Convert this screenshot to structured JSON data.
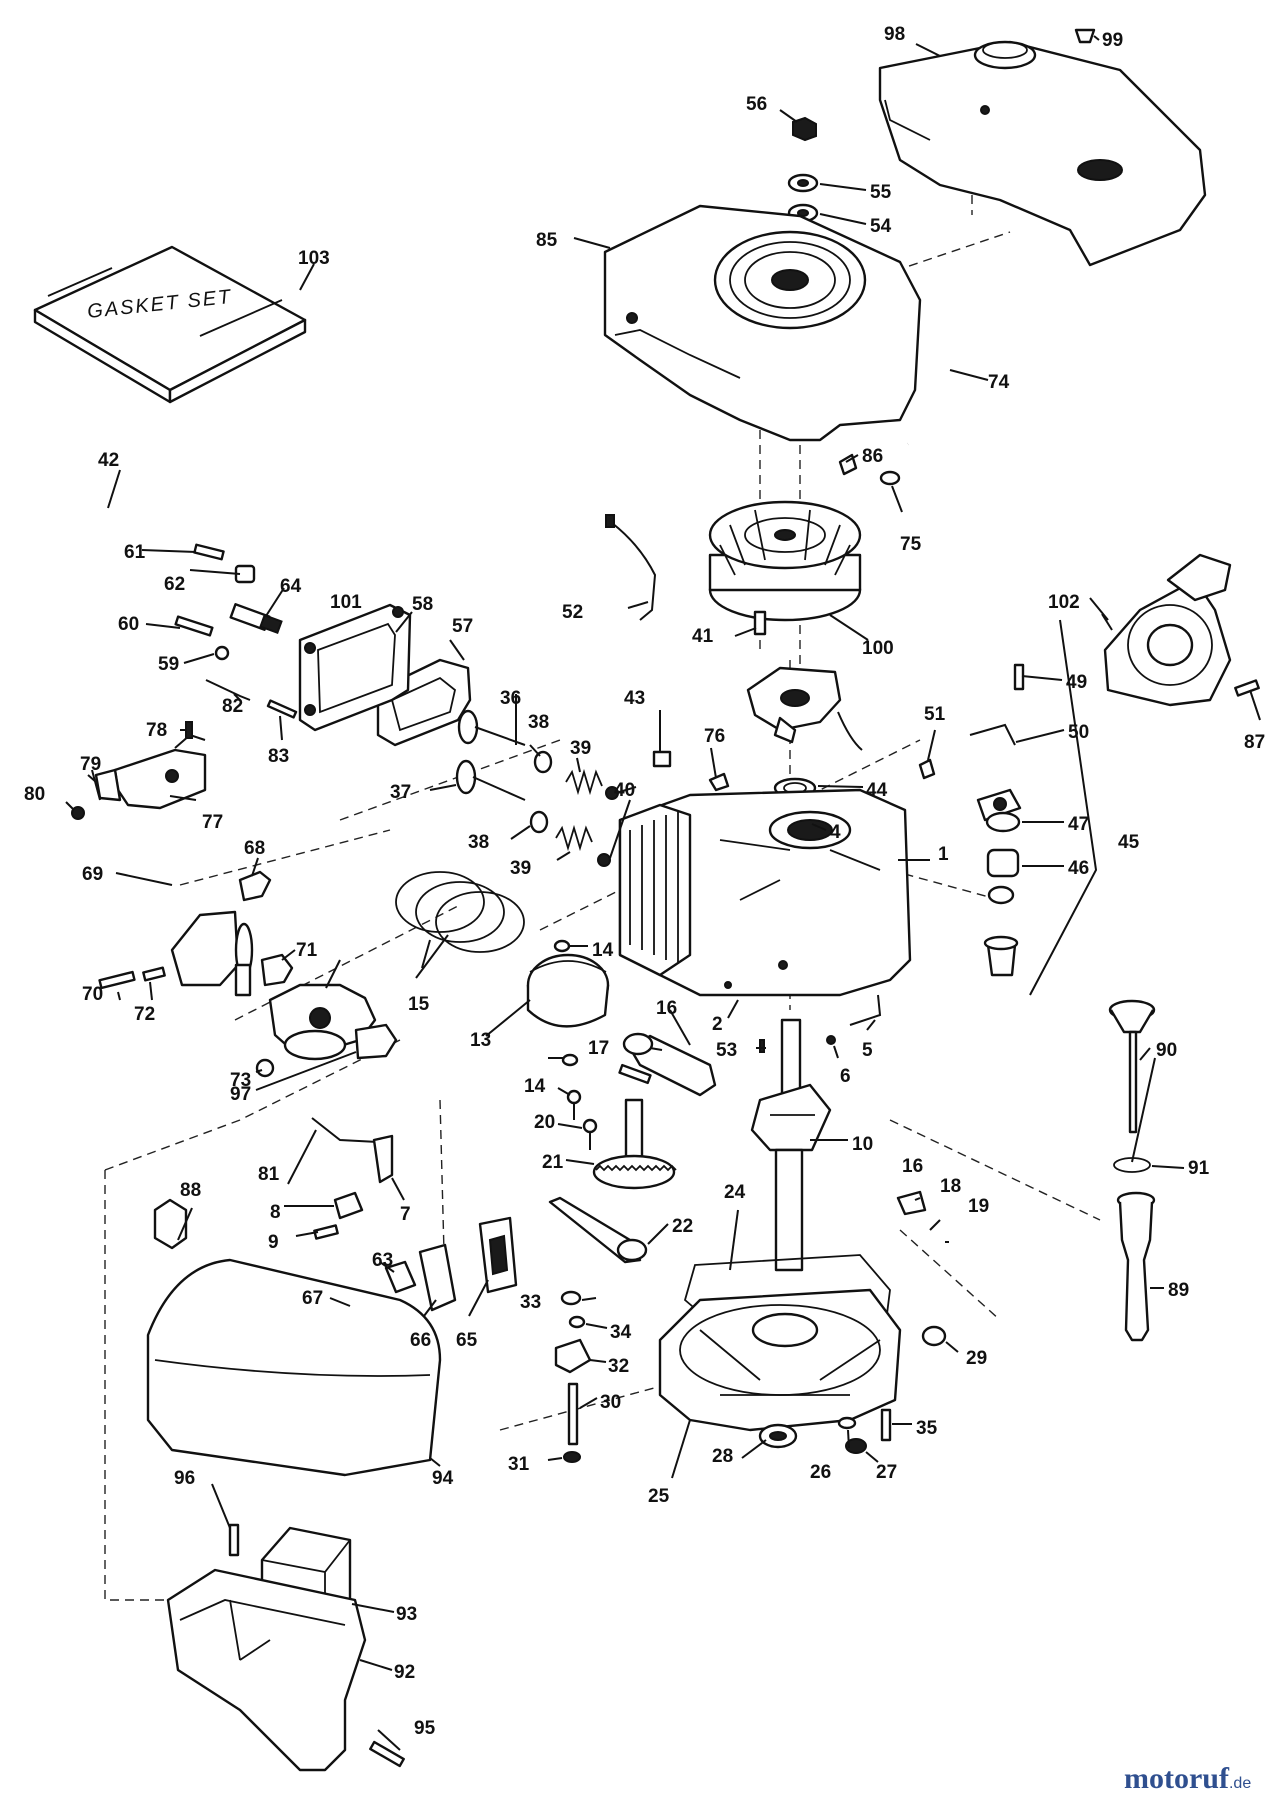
{
  "gasket_set_label": "GASKET SET",
  "watermark": {
    "name_main": "motoruf",
    "name_tld": ".de",
    "color_primary": "#2f4f8f",
    "color_accent": "#c0392b"
  },
  "callouts": [
    "1",
    "2",
    "4",
    "5",
    "6",
    "7",
    "8",
    "9",
    "10",
    "13",
    "14",
    "14",
    "15",
    "16",
    "16",
    "17",
    "18",
    "19",
    "20",
    "21",
    "22",
    "24",
    "25",
    "26",
    "27",
    "28",
    "29",
    "30",
    "31",
    "32",
    "33",
    "34",
    "35",
    "36",
    "37",
    "38",
    "38",
    "39",
    "39",
    "40",
    "41",
    "42",
    "43",
    "44",
    "45",
    "46",
    "47",
    "49",
    "50",
    "51",
    "52",
    "53",
    "54",
    "55",
    "56",
    "57",
    "58",
    "59",
    "60",
    "61",
    "62",
    "63",
    "64",
    "65",
    "66",
    "67",
    "68",
    "69",
    "70",
    "71",
    "72",
    "73",
    "74",
    "75",
    "76",
    "77",
    "78",
    "79",
    "80",
    "81",
    "82",
    "83",
    "85",
    "86",
    "87",
    "88",
    "89",
    "90",
    "91",
    "92",
    "93",
    "94",
    "95",
    "96",
    "97",
    "98",
    "99",
    "100",
    "101",
    "102",
    "103"
  ],
  "colors": {
    "line": "#111111",
    "paper": "#ffffff"
  }
}
